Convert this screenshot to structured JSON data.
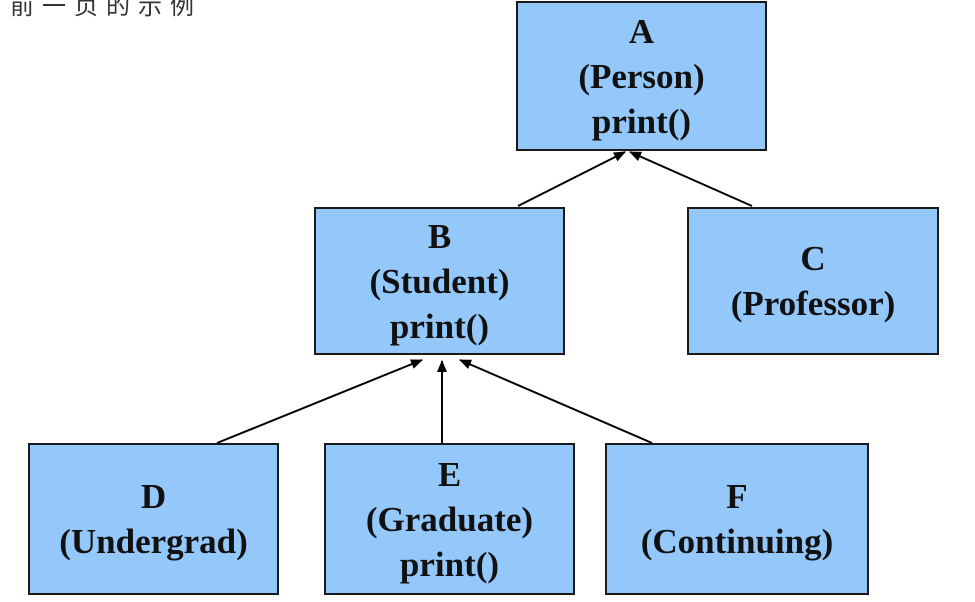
{
  "top_text": "前一页的示例",
  "nodes": {
    "A": {
      "letter": "A",
      "name": "(Person)",
      "method": "print()"
    },
    "B": {
      "letter": "B",
      "name": "(Student)",
      "method": "print()"
    },
    "C": {
      "letter": "C",
      "name": "(Professor)",
      "method": ""
    },
    "D": {
      "letter": "D",
      "name": "(Undergrad)",
      "method": ""
    },
    "E": {
      "letter": "E",
      "name": "(Graduate)",
      "method": "print()"
    },
    "F": {
      "letter": "F",
      "name": "(Continuing)",
      "method": ""
    }
  },
  "edges": [
    {
      "from": "B",
      "to": "A"
    },
    {
      "from": "C",
      "to": "A"
    },
    {
      "from": "D",
      "to": "B"
    },
    {
      "from": "E",
      "to": "B"
    },
    {
      "from": "F",
      "to": "B"
    }
  ],
  "colors": {
    "box_fill": "#94c8fb",
    "box_border": "#1a1a1a",
    "text": "#111111",
    "edge": "#000000"
  }
}
